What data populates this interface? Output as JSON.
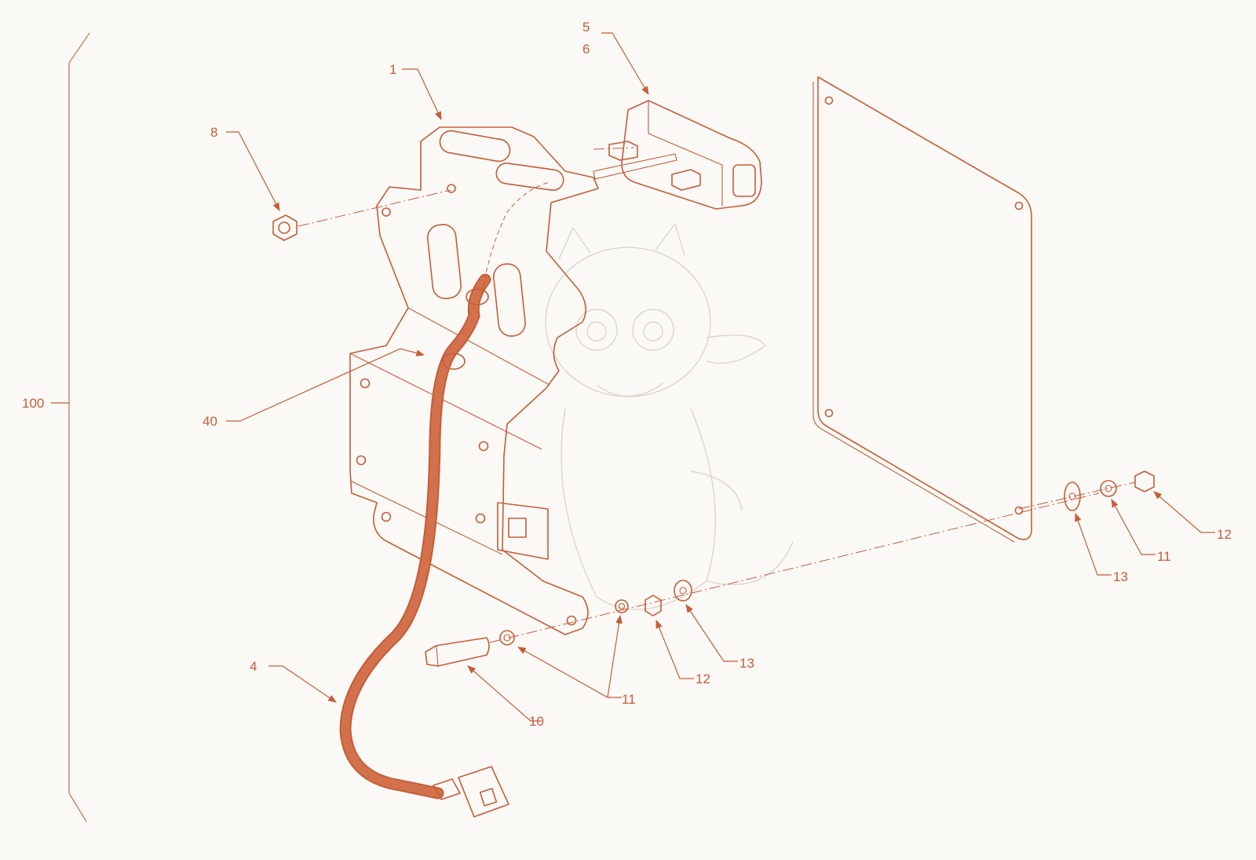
{
  "colors": {
    "line": "#c55d39",
    "cable": "#d4714d",
    "background": "#faf9f6",
    "watermark": "#d8d2c8"
  },
  "callouts": {
    "assembly": "100",
    "bracket": "1",
    "cable": "4",
    "connector_a": "5",
    "connector_b": "6",
    "top_nut": "8",
    "bolt": "10",
    "lock_washer_lower": "11",
    "lock_washer_right": "11",
    "hex_nut_lower": "12",
    "hex_nut_right": "12",
    "flat_washer_lower": "13",
    "flat_washer_right": "13",
    "grommet": "40"
  },
  "icons": {
    "watermark": "dragon-mascot-icon"
  }
}
